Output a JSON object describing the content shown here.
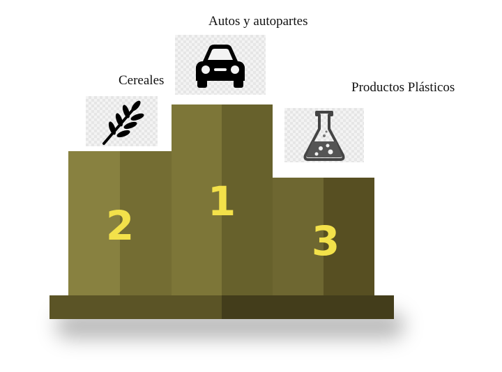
{
  "podium": {
    "first": {
      "rank": "1",
      "category": "Autos y autopartes",
      "icon": "car-icon"
    },
    "second": {
      "rank": "2",
      "category": "Cereales",
      "icon": "wheat-icon"
    },
    "third": {
      "rank": "3",
      "category": "Productos Plásticos",
      "icon": "flask-icon"
    }
  },
  "colors": {
    "block_light": "#837b3a",
    "block_dark": "#6a642c",
    "center_light": "#7a7336",
    "center_dark": "#645e2b",
    "right_light": "#6c6530",
    "right_dark": "#564f23",
    "base_light": "#5b5426",
    "base_dark": "#433d1b",
    "number": "#f3e14a"
  }
}
